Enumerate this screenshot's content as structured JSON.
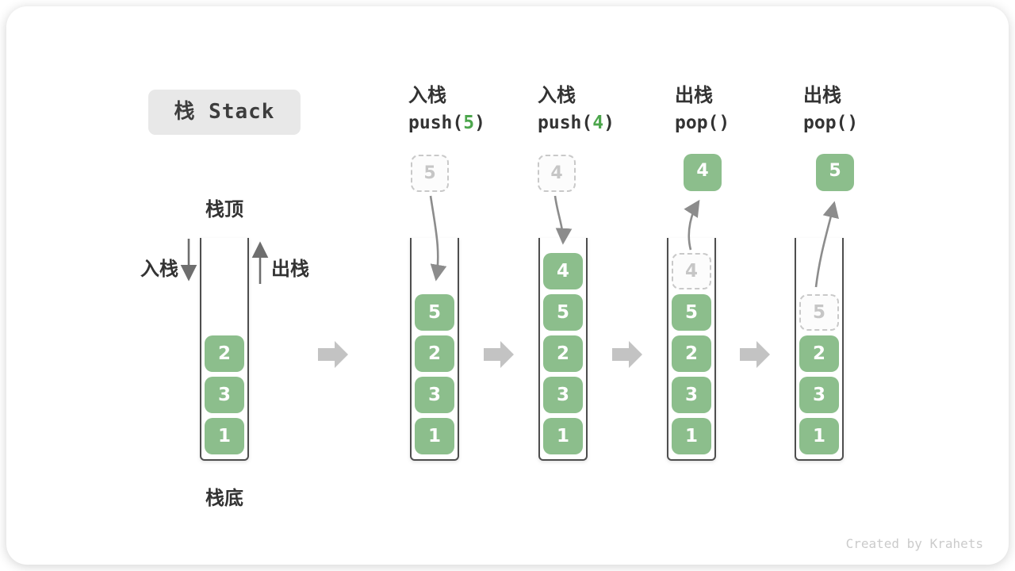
{
  "title": {
    "text": "栈 Stack"
  },
  "annotations": {
    "top": "栈顶",
    "bottom": "栈底",
    "push": "入栈",
    "pop": "出栈"
  },
  "operations": [
    {
      "label": "入栈",
      "code_pre": "push(",
      "arg": "5",
      "code_post": ")"
    },
    {
      "label": "入栈",
      "code_pre": "push(",
      "arg": "4",
      "code_post": ")"
    },
    {
      "label": "出栈",
      "code_pre": "pop()",
      "arg": "",
      "code_post": ""
    },
    {
      "label": "出栈",
      "code_pre": "pop()",
      "arg": "",
      "code_post": ""
    }
  ],
  "floating_boxes": [
    {
      "value": "5",
      "style": "ghost"
    },
    {
      "value": "4",
      "style": "ghost"
    },
    {
      "value": "4",
      "style": "solid"
    },
    {
      "value": "5",
      "style": "solid"
    }
  ],
  "stacks": [
    {
      "cells": [
        {
          "v": "2"
        },
        {
          "v": "3"
        },
        {
          "v": "1"
        }
      ]
    },
    {
      "cells": [
        {
          "v": "5"
        },
        {
          "v": "2"
        },
        {
          "v": "3"
        },
        {
          "v": "1"
        }
      ]
    },
    {
      "cells": [
        {
          "v": "4"
        },
        {
          "v": "5"
        },
        {
          "v": "2"
        },
        {
          "v": "3"
        },
        {
          "v": "1"
        }
      ]
    },
    {
      "cells": [
        {
          "v": "4",
          "ghost": true
        },
        {
          "v": "5"
        },
        {
          "v": "2"
        },
        {
          "v": "3"
        },
        {
          "v": "1"
        }
      ]
    },
    {
      "cells": [
        {
          "v": "5",
          "ghost": true
        },
        {
          "v": "2"
        },
        {
          "v": "3"
        },
        {
          "v": "1"
        }
      ]
    }
  ],
  "watermark": "Created by Krahets",
  "colors": {
    "element_green": "#8cbe8c",
    "code_arg_green": "#4ca64c",
    "ghost_border": "#c9c9c9",
    "ghost_text": "#c6c6c6",
    "label_dark": "#333333",
    "stack_wall": "#4e4e4e",
    "motion_arrow_gray": "#8c8c8c",
    "direction_arrow_gray": "#6e6e6e",
    "block_arrow_gray": "#c3c3c3",
    "title_bg": "#e8e8e8",
    "watermark_gray": "#cbcbcb"
  }
}
